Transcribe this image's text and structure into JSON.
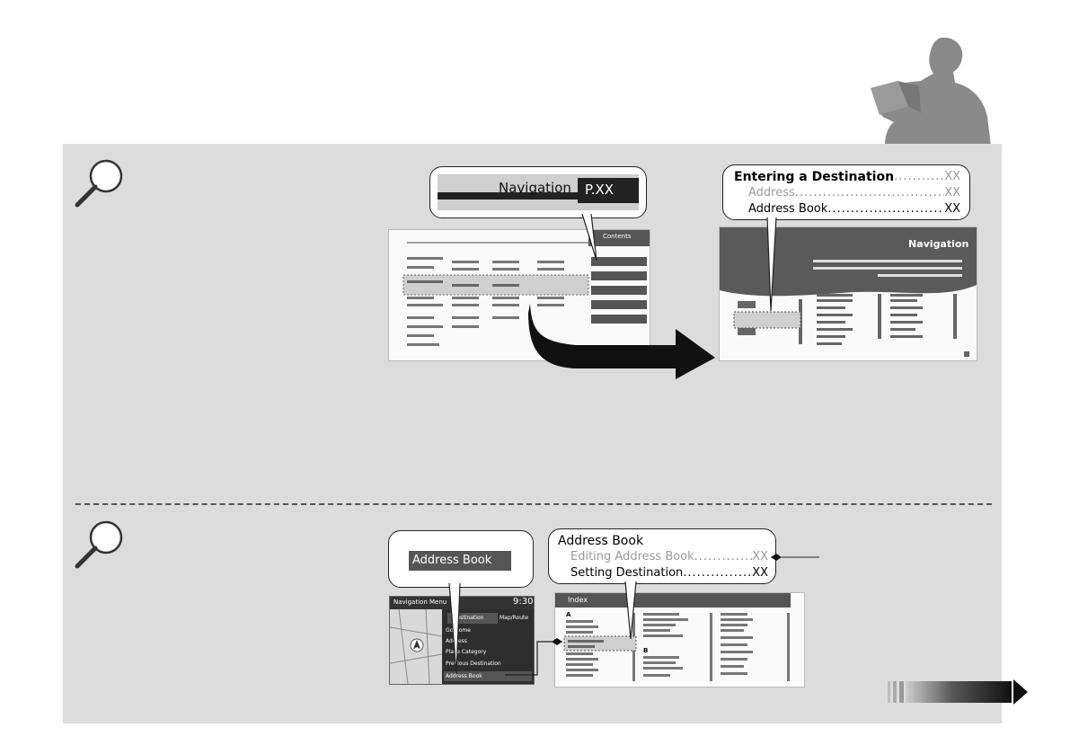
{
  "illustration": {
    "reader": "person-reading-icon"
  },
  "top_example": {
    "callout_header": {
      "title": "Navigation",
      "page": "P.XX"
    },
    "contents_tab": "Contents",
    "chapter_page_title": "Navigation",
    "toc_callout": {
      "heading": {
        "label": "Entering a Destination",
        "page": "XX"
      },
      "items": [
        {
          "label": "Address",
          "page": "XX",
          "muted": true
        },
        {
          "label": "Address Book",
          "page": "XX",
          "muted": false
        }
      ]
    }
  },
  "bottom_example": {
    "screen_button_callout": "Address Book",
    "index_callout": {
      "heading": "Address Book",
      "items": [
        {
          "label": "Editing Address Book",
          "page": "XX",
          "muted": true
        },
        {
          "label": "Setting Destination",
          "page": "XX",
          "muted": false
        }
      ]
    },
    "nav_screen": {
      "title": "Navigation Menu",
      "time": "9:30",
      "tabs": [
        "Destination",
        "Map/Route"
      ],
      "menu_items": [
        "Go Home",
        "Address",
        "Place Category",
        "Previous Destination",
        "Address Book"
      ]
    },
    "index_page": {
      "header": "Index",
      "letters": [
        "A",
        "B"
      ]
    }
  }
}
